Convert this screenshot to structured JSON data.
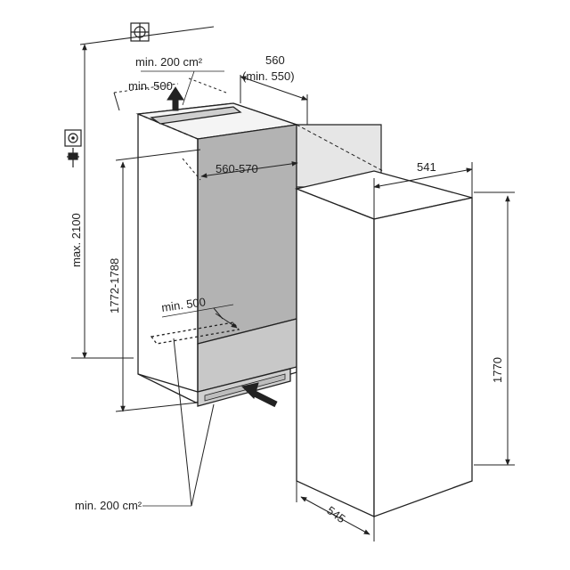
{
  "labels": {
    "vent_top_area": "min. 200 cm²",
    "vent_top_depth": "min. 500",
    "niche_depth": "560",
    "niche_depth_min": "(min. 550)",
    "niche_width": "560-570",
    "appliance_width": "541",
    "max_height": "max. 2100",
    "niche_height": "1772-1788",
    "vent_bottom_depth": "min. 500",
    "appliance_height": "1770",
    "appliance_depth": "545",
    "vent_bottom_area": "min. 200 cm²"
  },
  "icons": {
    "water": "water-supply-symbol",
    "socket": "power-socket-symbol",
    "plug": "power-plug-symbol"
  },
  "colors": {
    "line": "#222222",
    "niche_interior": "#b3b3b3",
    "niche_shade": "#d4d4d4",
    "door_panel": "#e6e6e6",
    "vent_grille": "#cfcfcf"
  }
}
